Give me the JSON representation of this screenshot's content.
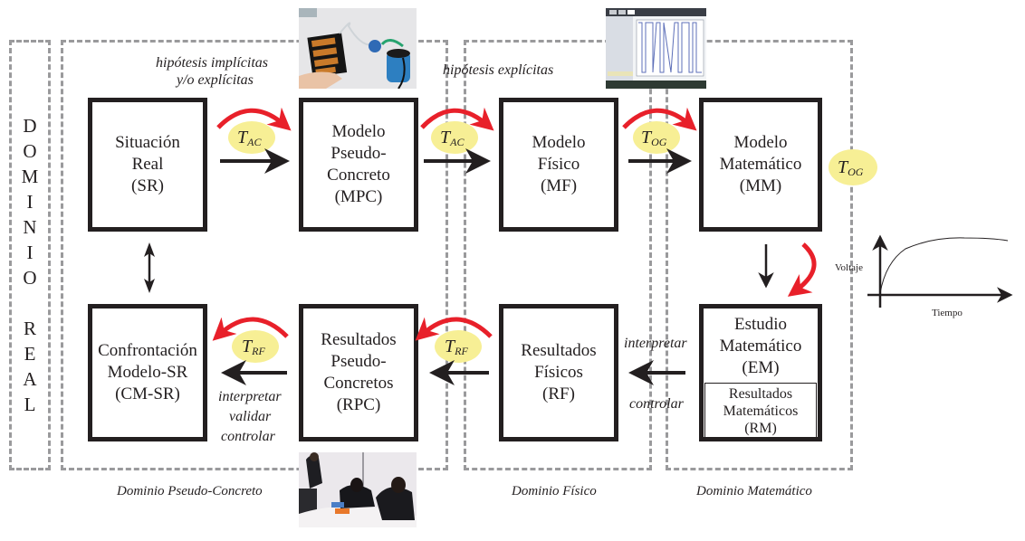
{
  "domains": {
    "real": {
      "label_letters": [
        "D",
        "O",
        "M",
        "I",
        "N",
        "I",
        "O",
        "",
        "R",
        "E",
        "A",
        "L"
      ]
    },
    "pseudo_concrete": {
      "label": "Dominio Pseudo-Concreto"
    },
    "physical": {
      "label": "Dominio Físico"
    },
    "mathematical": {
      "label": "Dominio Matemático"
    }
  },
  "annotations": {
    "implicit_hypotheses": [
      "hipótesis implícitas",
      "y/o explícitas"
    ],
    "explicit_hypotheses": "hipótesis explícitas",
    "interpret_validate_control": [
      "interpretar",
      "validar",
      "controlar"
    ],
    "interpret": "interpretar",
    "control": "controlar"
  },
  "boxes": {
    "sr": {
      "lines": [
        "Situación",
        "Real",
        "(SR)"
      ]
    },
    "mpc": {
      "lines": [
        "Modelo",
        "Pseudo-",
        "Concreto",
        "(MPC)"
      ]
    },
    "mf": {
      "lines": [
        "Modelo",
        "Físico",
        "(MF)"
      ]
    },
    "mm": {
      "lines": [
        "Modelo",
        "Matemático",
        "(MM)"
      ]
    },
    "cmsr": {
      "lines": [
        "Confrontación",
        "Modelo-SR",
        "(CM-SR)"
      ]
    },
    "rpc": {
      "lines": [
        "Resultados",
        "Pseudo-",
        "Concretos",
        "(RPC)"
      ]
    },
    "rf": {
      "lines": [
        "Resultados",
        "Físicos",
        "(RF)"
      ]
    },
    "em": {
      "lines": [
        "Estudio",
        "Matemático",
        "(EM)"
      ],
      "inner": [
        "Resultados",
        "Matemáticos",
        "(RM)"
      ]
    }
  },
  "transitions": {
    "t_ac_1": {
      "main": "T",
      "sub": "AC"
    },
    "t_ac_2": {
      "main": "T",
      "sub": "AC"
    },
    "t_og_1": {
      "main": "T",
      "sub": "OG"
    },
    "t_og_2": {
      "main": "T",
      "sub": "OG"
    },
    "t_rf_1": {
      "main": "T",
      "sub": "RF"
    },
    "t_rf_2": {
      "main": "T",
      "sub": "RF"
    }
  },
  "graph": {
    "ylabel": "Voltaje",
    "xlabel": "Tiempo"
  },
  "photos": {
    "circuit": "circuit-photo",
    "calculator": "calculator-screen",
    "students": "students-photo"
  },
  "colors": {
    "dash": "#9a9a9c",
    "red_arrow": "#e8202a",
    "ellipse": "#f7ef95",
    "ink": "#231f20"
  }
}
